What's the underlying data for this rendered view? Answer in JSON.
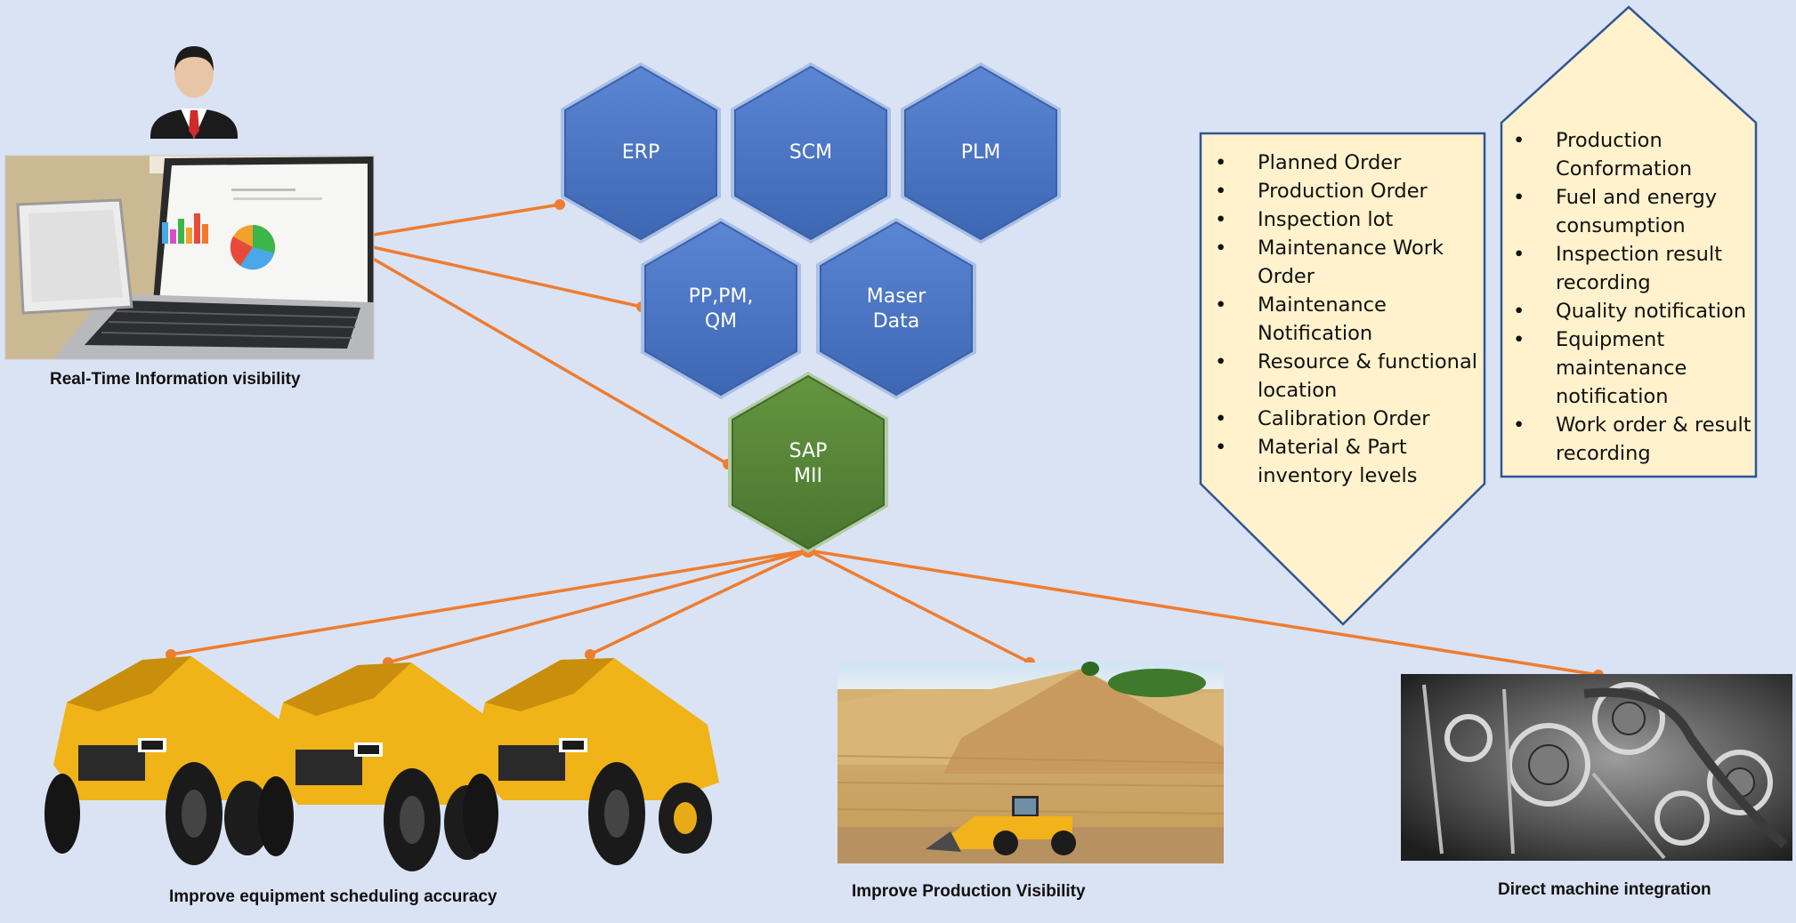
{
  "hexagons": {
    "erp": "ERP",
    "scm": "SCM",
    "plm": "PLM",
    "pp": [
      "PP,PM,",
      "QM"
    ],
    "maser": [
      "Maser",
      "Data"
    ],
    "sap": [
      "SAP",
      "MII"
    ]
  },
  "left_box": {
    "items": [
      "Planned Order",
      "Production Order",
      "Inspection lot",
      "Maintenance Work",
      "Order",
      "Maintenance",
      "Notification",
      "Resource & functional",
      "location",
      "Calibration Order",
      "Material & Part",
      "inventory levels"
    ],
    "bullets": [
      true,
      true,
      true,
      true,
      false,
      true,
      false,
      true,
      false,
      true,
      true,
      false
    ]
  },
  "right_box": {
    "items": [
      "Production",
      "Conformation",
      "Fuel and energy",
      "consumption",
      "Inspection result",
      "recording",
      "Quality notification",
      "Equipment",
      "maintenance",
      "notification",
      "Work order & result",
      "recording"
    ],
    "bullets": [
      true,
      false,
      true,
      false,
      true,
      false,
      true,
      true,
      false,
      false,
      true,
      false
    ]
  },
  "captions": {
    "realtime": "Real-Time Information visibility",
    "scheduling": "Improve equipment scheduling accuracy",
    "production": "Improve Production Visibility",
    "machine": "Direct machine integration"
  },
  "icons": {
    "user": "businessman-icon",
    "laptop": "laptop-dashboard-image",
    "trucks": "haul-truck-image",
    "quarry": "quarry-loader-image",
    "engine": "engine-gears-image"
  },
  "colors": {
    "background": "#dae3f3",
    "hex_blue": "#4472c4",
    "hex_green": "#548235",
    "connector": "#ed7d31",
    "callout_fill": "#fff2cc",
    "callout_border": "#2f5597"
  }
}
